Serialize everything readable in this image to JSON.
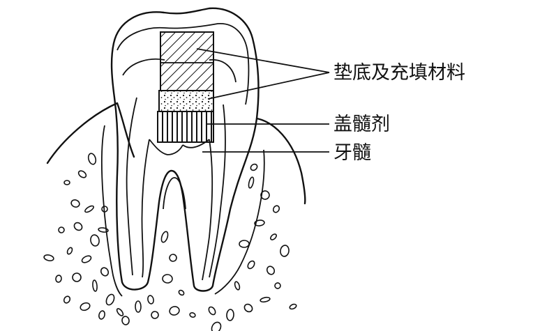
{
  "diagram": {
    "labels": [
      {
        "id": "base-filling-material",
        "text": "垫底及充填材料"
      },
      {
        "id": "pulp-capping-agent",
        "text": "盖髓剂"
      },
      {
        "id": "dental-pulp",
        "text": "牙髓"
      }
    ]
  }
}
